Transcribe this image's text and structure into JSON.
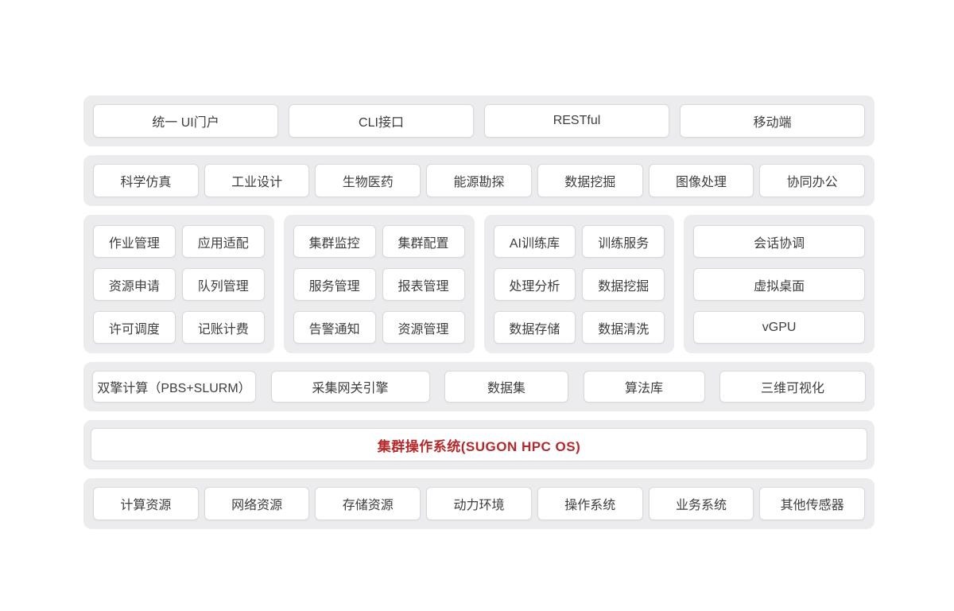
{
  "colors": {
    "band_bg": "#ececee",
    "box_bg": "#ffffff",
    "box_border": "#d9d9d9",
    "text": "#3d3d3d",
    "accent_red": "#b5292b"
  },
  "access": {
    "items": [
      "统一 UI门户",
      "CLI接口",
      "RESTful",
      "移动端"
    ]
  },
  "applications": {
    "items": [
      "科学仿真",
      "工业设计",
      "生物医药",
      "能源勘探",
      "数据挖掘",
      "图像处理",
      "协同办公"
    ]
  },
  "modules": {
    "groups": [
      {
        "items": [
          "作业管理",
          "应用适配",
          "资源申请",
          "队列管理",
          "许可调度",
          "记账计费"
        ]
      },
      {
        "items": [
          "集群监控",
          "集群配置",
          "服务管理",
          "报表管理",
          "告警通知",
          "资源管理"
        ]
      },
      {
        "items": [
          "AI训练库",
          "训练服务",
          "处理分析",
          "数据挖掘",
          "数据存储",
          "数据清洗"
        ]
      },
      {
        "items": [
          "会话协调",
          "虚拟桌面",
          "vGPU"
        ]
      }
    ]
  },
  "engines": {
    "items": [
      "双擎计算（PBS+SLURM）",
      "采集网关引擎",
      "数据集",
      "算法库",
      "三维可视化"
    ]
  },
  "os": {
    "label": "集群操作系统(SUGON HPC OS)"
  },
  "resources": {
    "items": [
      "计算资源",
      "网络资源",
      "存储资源",
      "动力环境",
      "操作系统",
      "业务系统",
      "其他传感器"
    ]
  }
}
